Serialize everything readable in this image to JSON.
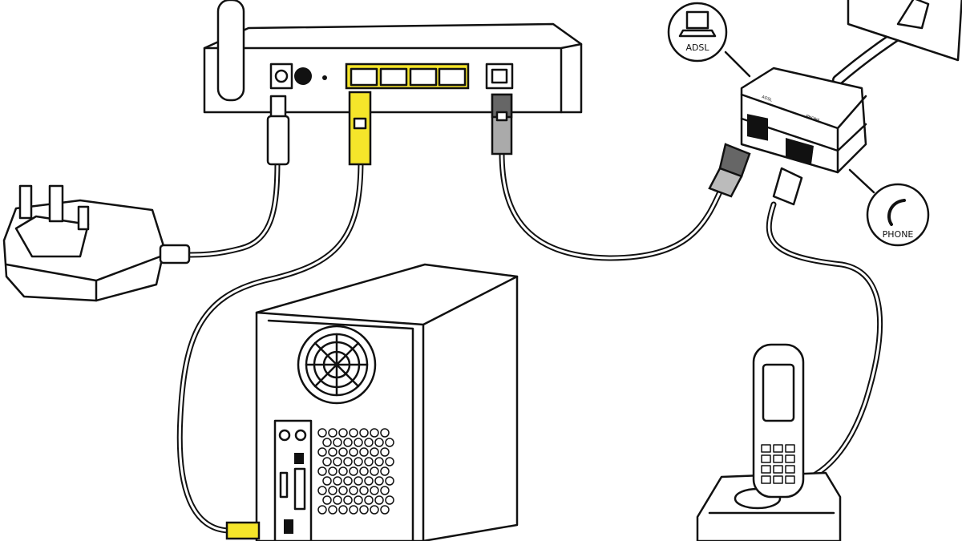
{
  "callouts": {
    "adsl_label": "ADSL",
    "phone_label": "PHONE"
  },
  "splitter": {
    "adsl_port_label": "ADSL",
    "phone_port_label": "PHONE"
  },
  "colors": {
    "ethernet_cable": "#f5e52a",
    "dsl_cable": "#777777",
    "line": "#111111"
  }
}
